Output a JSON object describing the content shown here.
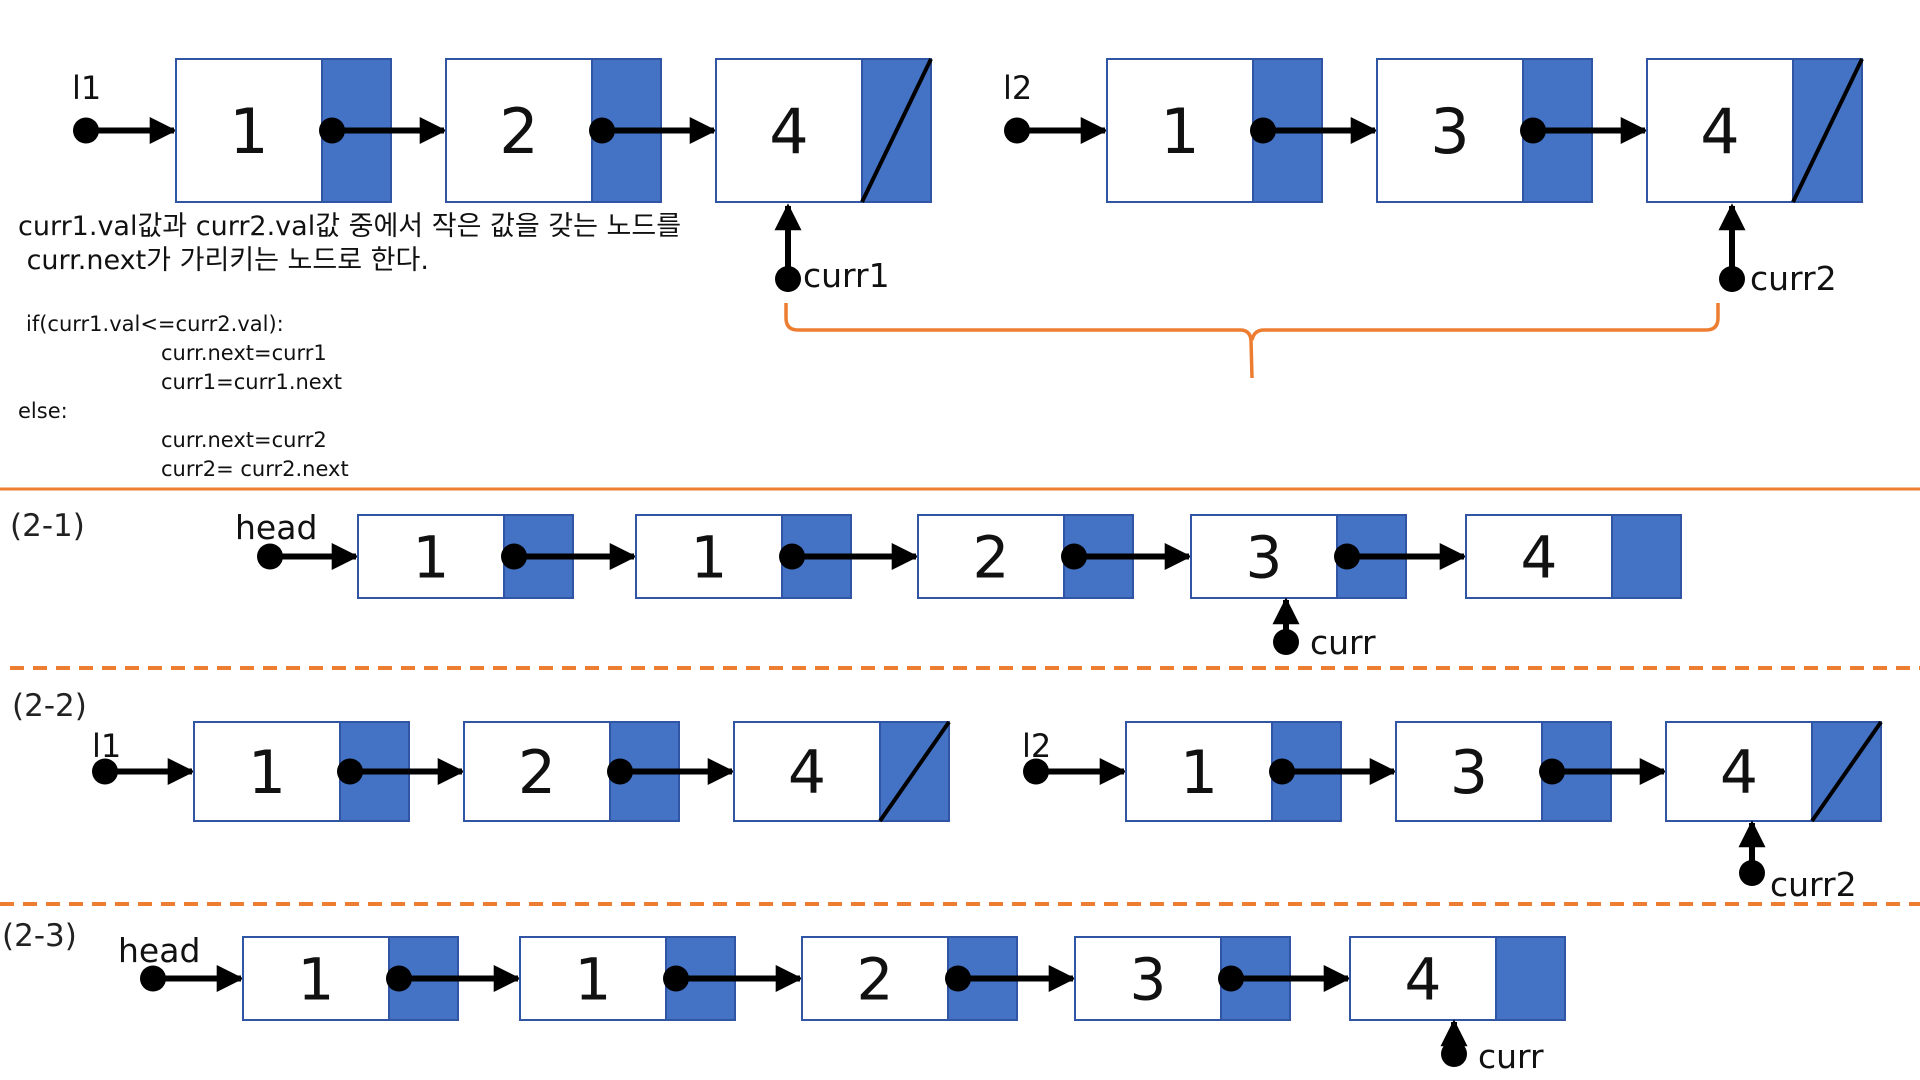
{
  "colors": {
    "pointer_fill": "#4472C4",
    "node_border": "#2F55A4",
    "arrow": "#000000",
    "separator": "#ED7D31",
    "brace": "#ED7D31"
  },
  "description": {
    "line1": "curr1.val값과 curr2.val값 중에서 작은 값을 갖는 노드를",
    "line2": " curr.next가 가리키는 노드로 한다."
  },
  "code": {
    "line1": "if(curr1.val<=curr2.val):",
    "line2": "curr.next=curr1",
    "line3": "curr1=curr1.next",
    "line4": "else:",
    "line5": "curr.next=curr2",
    "line6": "curr2= curr2.next"
  },
  "sections": {
    "top": {
      "list1": {
        "label": "l1",
        "values": [
          "1",
          "2",
          "4"
        ],
        "terminated": true
      },
      "list2": {
        "label": "l2",
        "values": [
          "1",
          "3",
          "4"
        ],
        "terminated": true
      },
      "pointer1": {
        "label": "curr1",
        "node_index": 2
      },
      "pointer2": {
        "label": "curr2",
        "node_index": 2
      }
    },
    "s21": {
      "title": "(2-1)",
      "head_label": "head",
      "values": [
        "1",
        "1",
        "2",
        "3",
        "4"
      ],
      "curr_label": "curr",
      "curr_index": 3
    },
    "s22": {
      "title": "(2-2)",
      "list1": {
        "label": "l1",
        "values": [
          "1",
          "2",
          "4"
        ],
        "terminated": true
      },
      "list2": {
        "label": "l2",
        "values": [
          "1",
          "3",
          "4"
        ],
        "terminated": true
      },
      "pointer2": {
        "label": "curr2",
        "node_index": 2
      }
    },
    "s23": {
      "title": "(2-3)",
      "head_label": "head",
      "values": [
        "1",
        "1",
        "2",
        "3",
        "4"
      ],
      "curr_label": "curr",
      "curr_index": 4
    }
  }
}
